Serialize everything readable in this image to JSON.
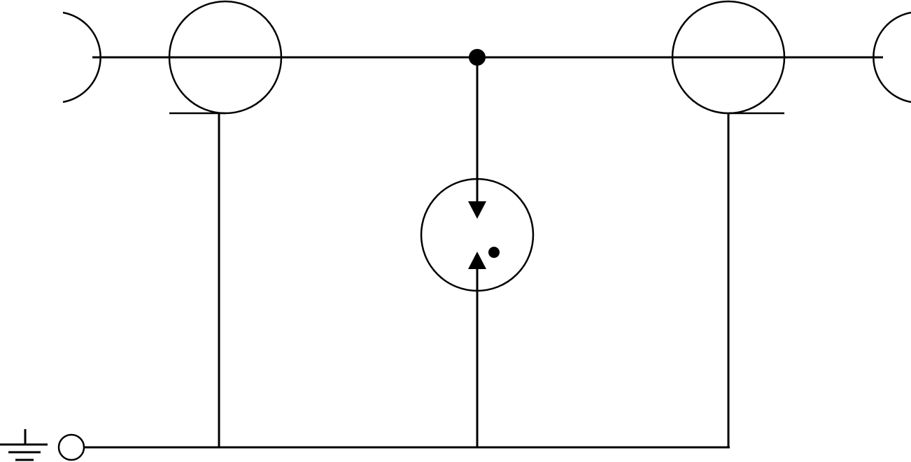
{
  "diagram": {
    "kind": "electrical schematic",
    "colors": {
      "stroke": "#000000",
      "background": "#ffffff"
    },
    "symbols": [
      "left-terminal-arc",
      "left-disconnector-circle",
      "junction-dot",
      "surge-arrester-spark-gap",
      "right-disconnector-circle",
      "right-terminal-arc",
      "ground-icon",
      "ground-terminal-circle"
    ]
  }
}
